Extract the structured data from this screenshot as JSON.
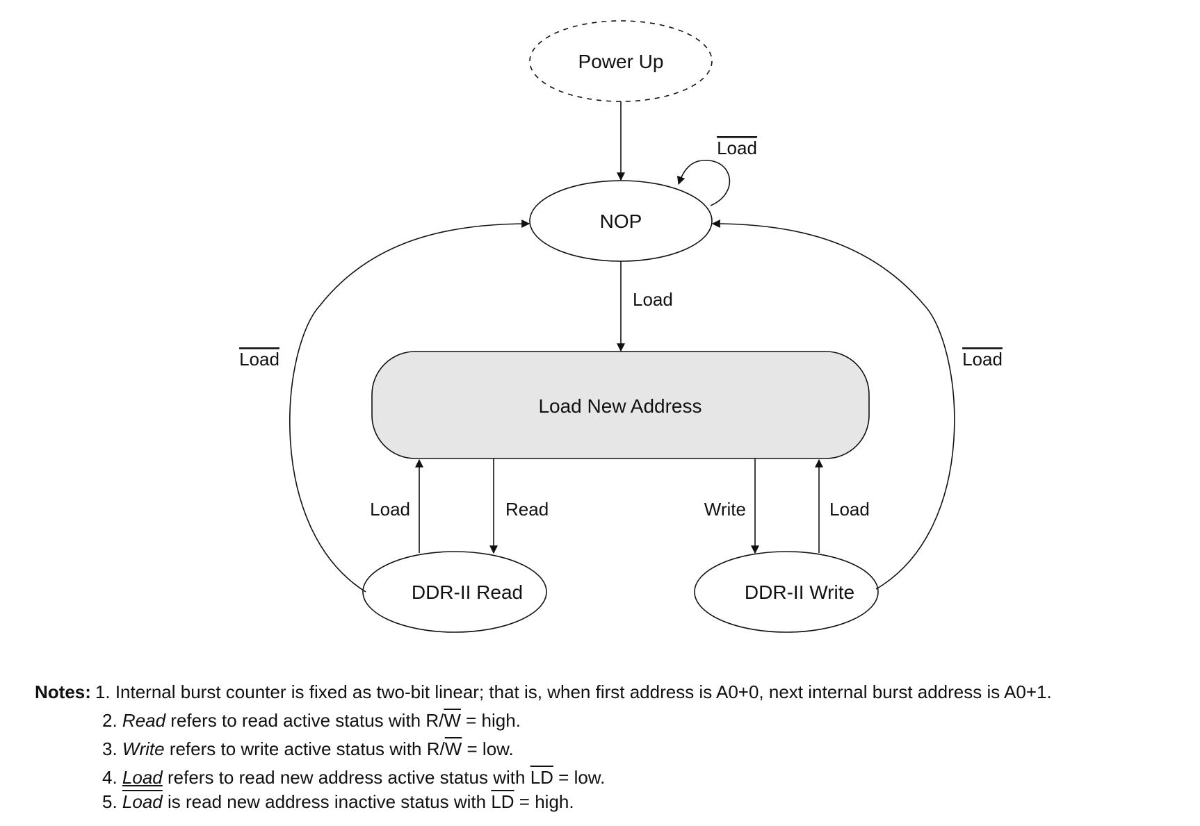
{
  "states": {
    "power_up": "Power Up",
    "nop": "NOP",
    "load_new_address": "Load New Address",
    "ddr_read": "DDR-II Read",
    "ddr_write": "DDR-II Write"
  },
  "transitions": {
    "nop_self": "Load",
    "nop_to_lna": "Load",
    "read_to_nop": "Load",
    "write_to_nop": "Load",
    "read_to_lna": "Load",
    "lna_to_read": "Read",
    "lna_to_write": "Write",
    "write_to_lna": "Load"
  },
  "notes": {
    "heading": "Notes:",
    "n1": "1. Internal burst counter is fixed as two-bit linear; that is, when first address is A0+0, next internal burst address is A0+1.",
    "n2": {
      "num": "2.",
      "term": "Read",
      "pre": " refers to read active status with R/",
      "sig": "W",
      "post": " = high."
    },
    "n3": {
      "num": "3.",
      "term": "Write",
      "pre": " refers to write active status with R/",
      "sig": "W",
      "post": " = low."
    },
    "n4": {
      "num": "4.",
      "term": "Load",
      "pre": " refers to read new address active status with ",
      "sig": "LD",
      "post": " = low."
    },
    "n5": {
      "num": "5.",
      "term": "Load",
      "pre": " is read new address inactive status with ",
      "sig": "LD",
      "post": " = high."
    }
  },
  "colors": {
    "line": "#111111",
    "box_fill": "#e6e6e6"
  }
}
